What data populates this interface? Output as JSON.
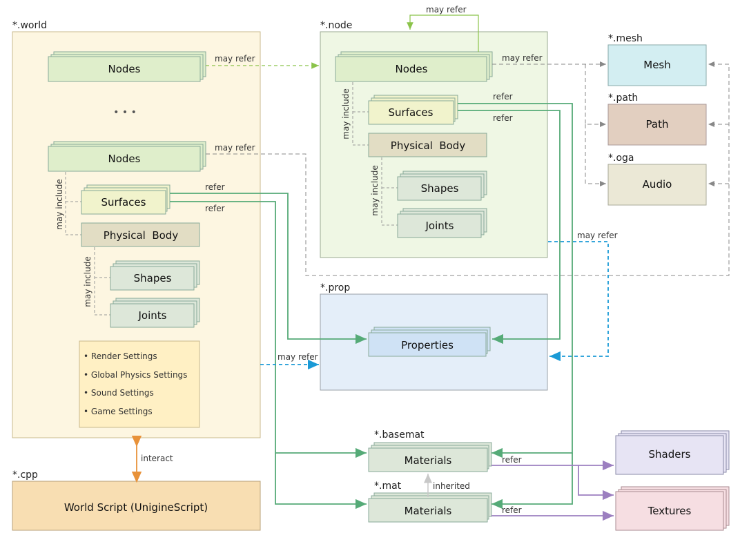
{
  "containers": {
    "world": "*.world",
    "node": "*.node",
    "mesh": "*.mesh",
    "path": "*.path",
    "oga": "*.oga",
    "prop": "*.prop",
    "cpp": "*.cpp",
    "basemat": "*.basemat",
    "mat": "*.mat"
  },
  "world": {
    "nodes_top": "Nodes",
    "ellipsis": "• • •",
    "nodes": "Nodes",
    "surfaces": "Surfaces",
    "physical_body": "Physical  Body",
    "shapes": "Shapes",
    "joints": "Joints",
    "settings": [
      "Render Settings",
      "Global Physics Settings",
      "Sound Settings",
      "Game Settings"
    ]
  },
  "node": {
    "nodes": "Nodes",
    "surfaces": "Surfaces",
    "physical_body": "Physical  Body",
    "shapes": "Shapes",
    "joints": "Joints"
  },
  "resources": {
    "mesh": "Mesh",
    "path": "Path",
    "audio": "Audio",
    "properties": "Properties",
    "materials_base": "Materials",
    "materials": "Materials",
    "shaders": "Shaders",
    "textures": "Textures",
    "world_script": "World Script (UnigineScript)"
  },
  "edges": {
    "may_refer": "may refer",
    "refer": "refer",
    "may_include": "may include",
    "interact": "interact",
    "inherited": "inherited"
  },
  "colors": {
    "green_edge": "#55aa77",
    "blue_edge": "#1a9ad6",
    "lime_edge": "#8bc34a",
    "purple_edge": "#9c7fc0",
    "orange_edge": "#e8923a",
    "gray_edge": "#888888"
  }
}
